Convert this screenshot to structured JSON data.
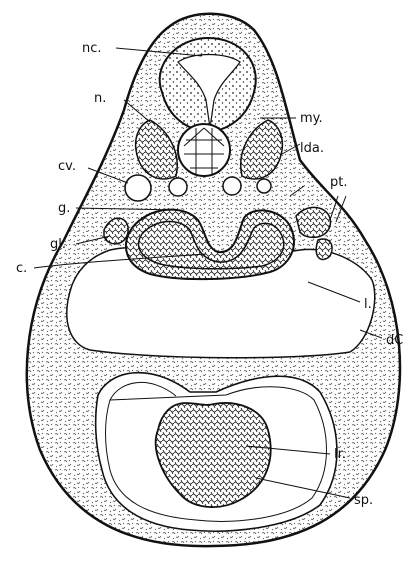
{
  "labels": {
    "nc": "nc.",
    "my": "my.",
    "n": "n.",
    "lda": "lda.",
    "cv": "cv.",
    "pt": "pt.",
    "g": "g.",
    "gl": "gl.",
    "c": "c.",
    "l": "l.",
    "dc": "dC",
    "lr": "lr.",
    "sp": "sp."
  }
}
